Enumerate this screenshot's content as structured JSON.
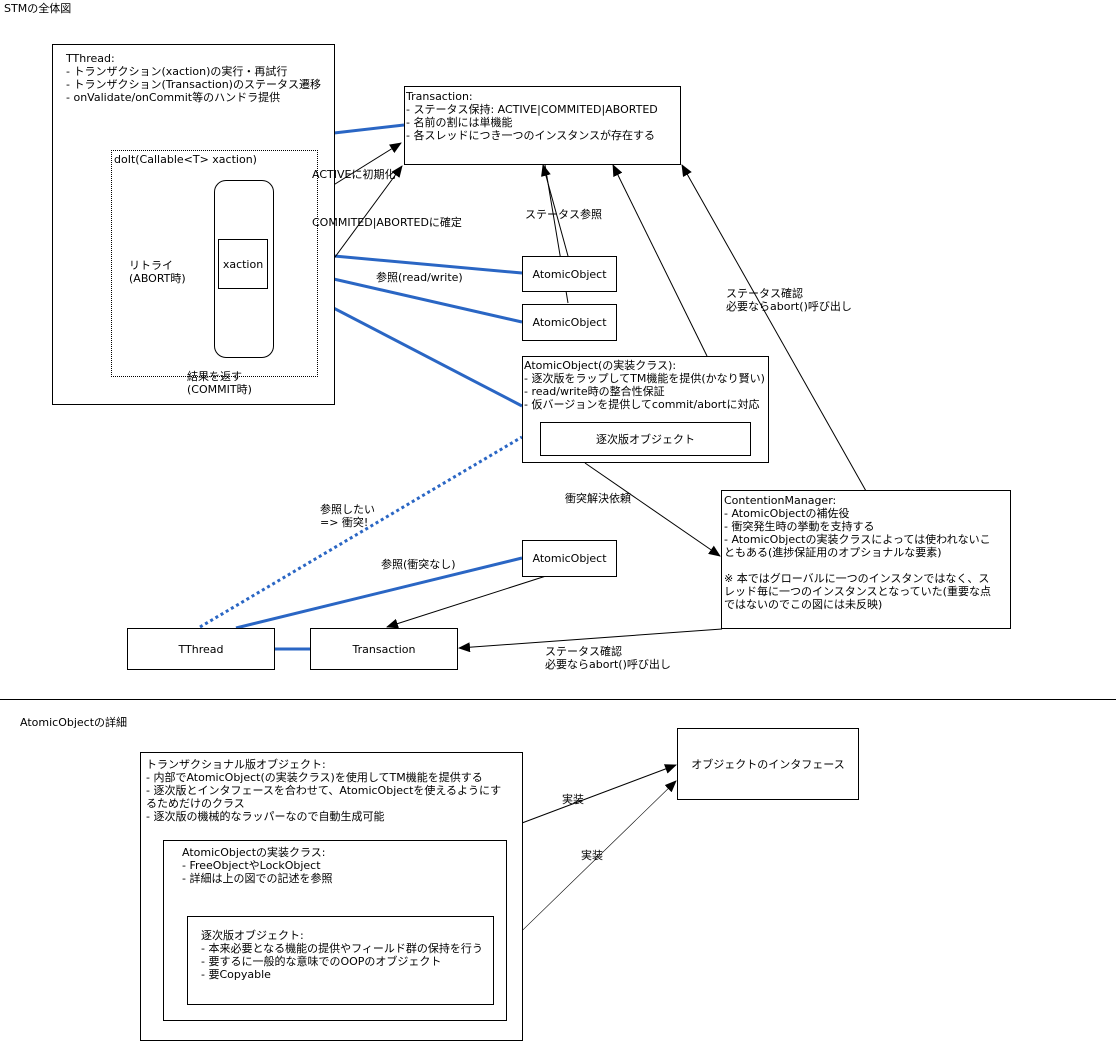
{
  "diagram_title": "STMの全体図",
  "section2_title": "AtomicObjectの詳細",
  "tthread_box": {
    "title": "TThread:",
    "lines": [
      "- トランザクション(xaction)の実行・再試行",
      "- トランザクション(Transaction)のステータス遷移",
      "- onValidate/onCommit等のハンドラ提供"
    ]
  },
  "doit": {
    "label": "doIt(Callable<T> xaction)",
    "xaction": "xaction"
  },
  "retry_label": [
    "リトライ",
    "(ABORT時)"
  ],
  "return_label": [
    "結果を返す",
    "(COMMIT時)"
  ],
  "init_label": "ACTIVEに初期化",
  "confirm_label": "COMMITED|ABORTEDに確定",
  "transaction_box": {
    "title": "Transaction:",
    "lines": [
      "- ステータス保持: ACTIVE|COMMITED|ABORTED",
      "- 名前の割には単機能",
      "- 各スレッドにつき一つのインスタンスが存在する"
    ]
  },
  "status_ref_label": "ステータス参照",
  "ref_rw_label": "参照(read/write)",
  "atomic_object_1": "AtomicObject",
  "atomic_object_2": "AtomicObject",
  "status_check_label_1": [
    "ステータス確認",
    "必要ならabort()呼び出し"
  ],
  "atomic_impl_box": {
    "title": "AtomicObject(の実装クラス):",
    "lines": [
      "- 逐次版をラップしてTM機能を提供(かなり賢い)",
      "- read/write時の整合性保証",
      "- 仮バージョンを提供してcommit/abortに対応"
    ],
    "inner": "逐次版オブジェクト"
  },
  "conflict_req_label": "衝突解決依頼",
  "want_ref_label": [
    "参照したい",
    "=> 衝突!"
  ],
  "ref_no_conflict_label": "参照(衝突なし)",
  "atomic_object_3": "AtomicObject",
  "contention_box": {
    "title": "ContentionManager:",
    "lines": [
      "- AtomicObjectの補佐役",
      "- 衝突発生時の挙動を支持する",
      "- AtomicObjectの実装クラスによっては使われないこ",
      "ともある(進捗保証用のオプショナルな要素)",
      "",
      "※ 本ではグローバルに一つのインスタンではなく、ス",
      "レッド毎に一つのインスタンスとなっていた(重要な点",
      "ではないのでこの図には未反映)"
    ]
  },
  "tthread_small": "TThread",
  "transaction_small": "Transaction",
  "status_check_label_2": [
    "ステータス確認",
    "必要ならabort()呼び出し"
  ],
  "transactional_box": {
    "title": "トランザクショナル版オブジェクト:",
    "lines": [
      "- 内部でAtomicObject(の実装クラス)を使用してTM機能を提供する",
      "- 逐次版とインタフェースを合わせて、AtomicObjectを使えるようにす",
      "るためだけのクラス",
      "- 逐次版の機械的なラッパーなので自動生成可能"
    ]
  },
  "impl_class_box": {
    "title": "AtomicObjectの実装クラス:",
    "lines": [
      "- FreeObjectやLockObject",
      "- 詳細は上の図での記述を参照"
    ]
  },
  "sequential_box": {
    "title": "逐次版オブジェクト:",
    "lines": [
      "- 本来必要となる機能の提供やフィールド群の保持を行う",
      "- 要するに一般的な意味でのOOPのオブジェクト",
      "- 要Copyable"
    ]
  },
  "interface_box": "オブジェクトのインタフェース",
  "implements_label_1": "実装",
  "implements_label_2": "実装",
  "colors": {
    "blue_link": "#2a66c4",
    "line": "#000000"
  }
}
